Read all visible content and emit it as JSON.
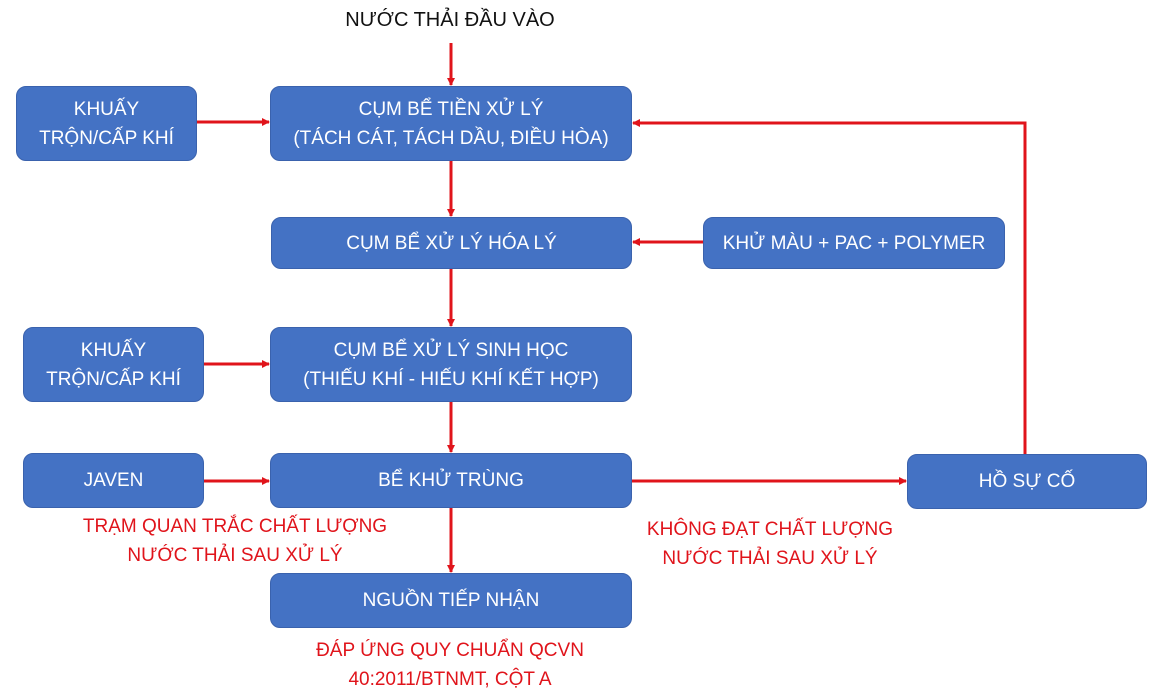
{
  "title": "NƯỚC THẢI ĐẦU VÀO",
  "colors": {
    "box": "#4472c4",
    "arrow": "#e0141b",
    "text_red": "#e0141b"
  },
  "boxes": {
    "mix1": "KHUẤY\nTRỘN/CẤP KHÍ",
    "pre": "CỤM BỂ TIỀN XỬ LÝ\n(TÁCH CÁT, TÁCH DẦU, ĐIỀU HÒA)",
    "chem": "CỤM BỂ XỬ LÝ HÓA LÝ",
    "dosing": "KHỬ MÀU + PAC + POLYMER",
    "mix2": "KHUẤY\nTRỘN/CẤP KHÍ",
    "bio": "CỤM BỂ XỬ LÝ SINH HỌC\n(THIẾU KHÍ - HIẾU KHÍ KẾT HỢP)",
    "javen": "JAVEN",
    "disinfect": "BỂ KHỬ TRÙNG",
    "incident": "HỒ SỰ CỐ",
    "receiver": "NGUỒN TIẾP NHẬN"
  },
  "notes": {
    "monitoring": "TRẠM QUAN TRẮC CHẤT LƯỢNG\nNƯỚC THẢI SAU XỬ LÝ",
    "fail": "KHÔNG ĐẠT CHẤT LƯỢNG\nNƯỚC THẢI SAU XỬ LÝ",
    "standard": "ĐÁP ỨNG QUY CHUẨN QCVN\n40:2011/BTNMT, CỘT A"
  }
}
